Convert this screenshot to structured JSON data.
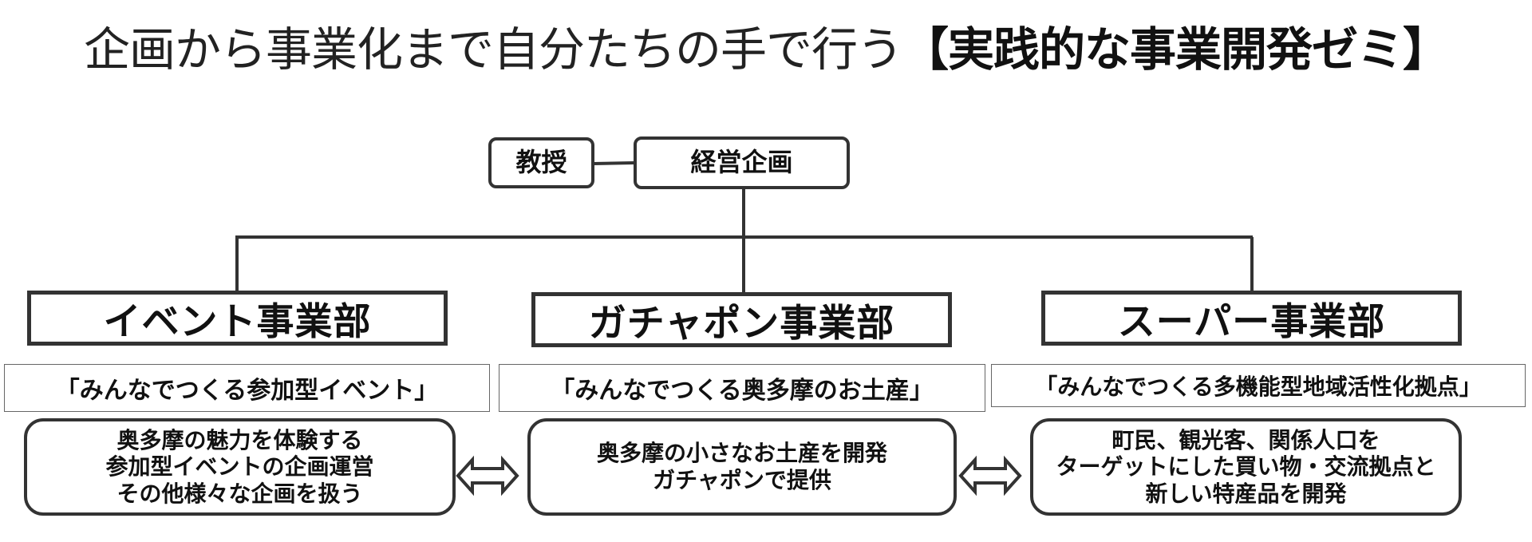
{
  "title": {
    "normal": "企画から事業化まで自分たちの手で行う",
    "strong": "【実践的な事業開発ゼミ】"
  },
  "org": {
    "professor": "教授",
    "management": "経営企画"
  },
  "departments": [
    {
      "name": "イベント事業部",
      "slogan": "「みんなでつくる参加型イベント」",
      "description": "奥多摩の魅力を体験する\n参加型イベントの企画運営\nその他様々な企画を扱う"
    },
    {
      "name": "ガチャポン事業部",
      "slogan": "「みんなでつくる奥多摩のお土産」",
      "description": "奥多摩の小さなお土産を開発\nガチャポンで提供"
    },
    {
      "name": "スーパー事業部",
      "slogan": "「みんなでつくる多機能型地域活性化拠点」",
      "description": "町民、観光客、関係人口を\nターゲットにした買い物・交流拠点と\n新しい特産品を開発"
    }
  ],
  "colors": {
    "line": "#333333",
    "text": "#111111",
    "arrow_fill": "#ffffff"
  },
  "icons": [
    "double-arrow-icon",
    "double-arrow-icon"
  ]
}
